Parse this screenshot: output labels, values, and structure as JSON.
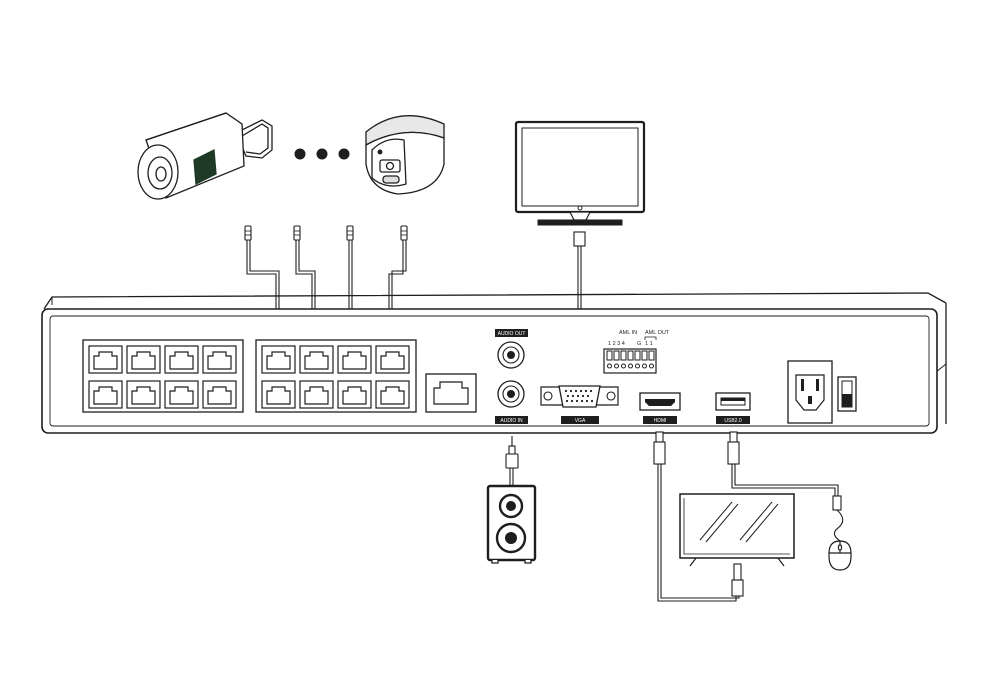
{
  "ports": {
    "audio_out": "AUDIO OUT",
    "audio_in": "AUDIO IN",
    "vga": "VGA",
    "hdmi": "HDMI",
    "usb": "USB2.0"
  },
  "alarm": {
    "in_label": "AML IN",
    "out_label": "AML OUT",
    "in_pins": "1 2 3 4",
    "g_pin": "G",
    "out_pins": "1 1"
  },
  "icons": [
    "bullet-camera",
    "dome-camera",
    "ellipsis",
    "monitor",
    "speaker",
    "tv",
    "mouse",
    "power-inlet",
    "power-switch"
  ],
  "colors": {
    "stroke": "#1e1e1e",
    "background": "#ffffff",
    "camera-accent": "#1f3b26"
  }
}
